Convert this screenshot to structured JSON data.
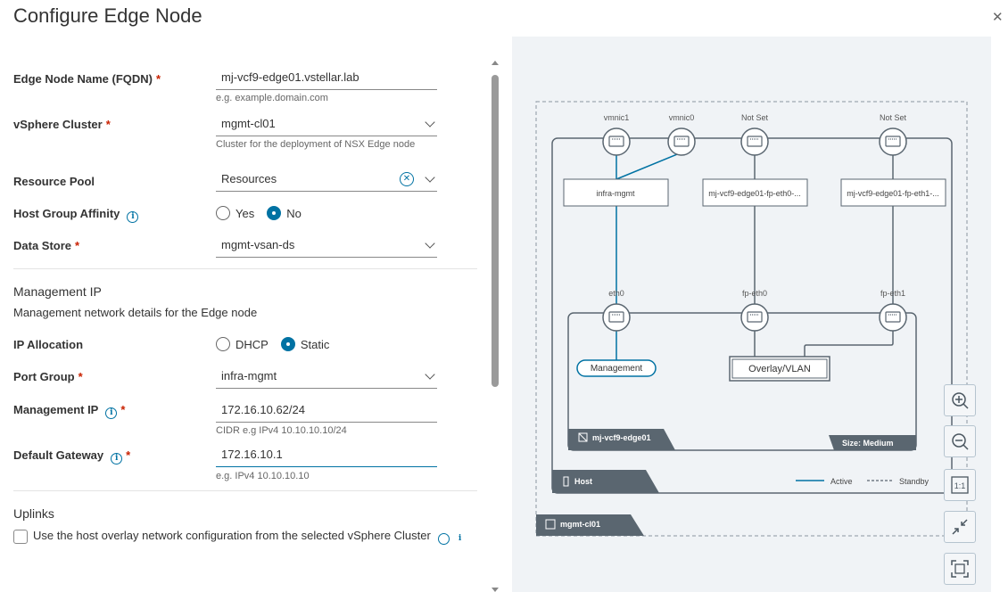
{
  "dialog": {
    "title": "Configure Edge Node"
  },
  "form": {
    "edge_node_name": {
      "label": "Edge Node Name (FQDN)",
      "value": "mj-vcf9-edge01.vstellar.lab",
      "helper": "e.g. example.domain.com"
    },
    "vsphere_cluster": {
      "label": "vSphere Cluster",
      "value": "mgmt-cl01",
      "helper": "Cluster for the deployment of NSX Edge node"
    },
    "resource_pool": {
      "label": "Resource Pool",
      "value": "Resources"
    },
    "host_group_affinity": {
      "label": "Host Group Affinity",
      "options": [
        "Yes",
        "No"
      ],
      "selected": "No"
    },
    "data_store": {
      "label": "Data Store",
      "value": "mgmt-vsan-ds"
    },
    "management_ip_section": {
      "title": "Management IP",
      "description": "Management network details for the Edge node"
    },
    "ip_allocation": {
      "label": "IP Allocation",
      "options": [
        "DHCP",
        "Static"
      ],
      "selected": "Static"
    },
    "port_group": {
      "label": "Port Group",
      "value": "infra-mgmt"
    },
    "management_ip": {
      "label": "Management IP",
      "value": "172.16.10.62/24",
      "helper": "CIDR e.g IPv4 10.10.10.10/24"
    },
    "default_gateway": {
      "label": "Default Gateway",
      "value": "172.16.10.1",
      "helper": "e.g. IPv4 10.10.10.10"
    },
    "uplinks_section": {
      "title": "Uplinks",
      "checkbox_label": "Use the host overlay network configuration from the selected vSphere Cluster",
      "checked": false
    }
  },
  "diagram": {
    "top_nics": [
      {
        "label": "vmnic1"
      },
      {
        "label": "vmnic0"
      },
      {
        "label": "Not Set"
      },
      {
        "label": "Not Set"
      }
    ],
    "port_groups": [
      "infra-mgmt",
      "mj-vcf9-edge01-fp-eth0-...",
      "mj-vcf9-edge01-fp-eth1-..."
    ],
    "edge_nics": [
      "eth0",
      "fp-eth0",
      "fp-eth1"
    ],
    "management_label": "Management",
    "overlay_label": "Overlay/VLAN",
    "edge_vm_name": "mj-vcf9-edge01",
    "size_label": "Size: Medium",
    "host_label": "Host",
    "cluster_label": "mgmt-cl01",
    "legend": {
      "active": "Active",
      "standby": "Standby"
    },
    "colors": {
      "active_line": "#0072a3",
      "frame": "#5a6670",
      "tab_bg": "#5a6670"
    },
    "zoom_controls": [
      "zoom-in-icon",
      "zoom-out-icon",
      "actual-size-icon",
      "collapse-icon",
      "fit-screen-icon"
    ],
    "actual_size_label": "1:1"
  }
}
